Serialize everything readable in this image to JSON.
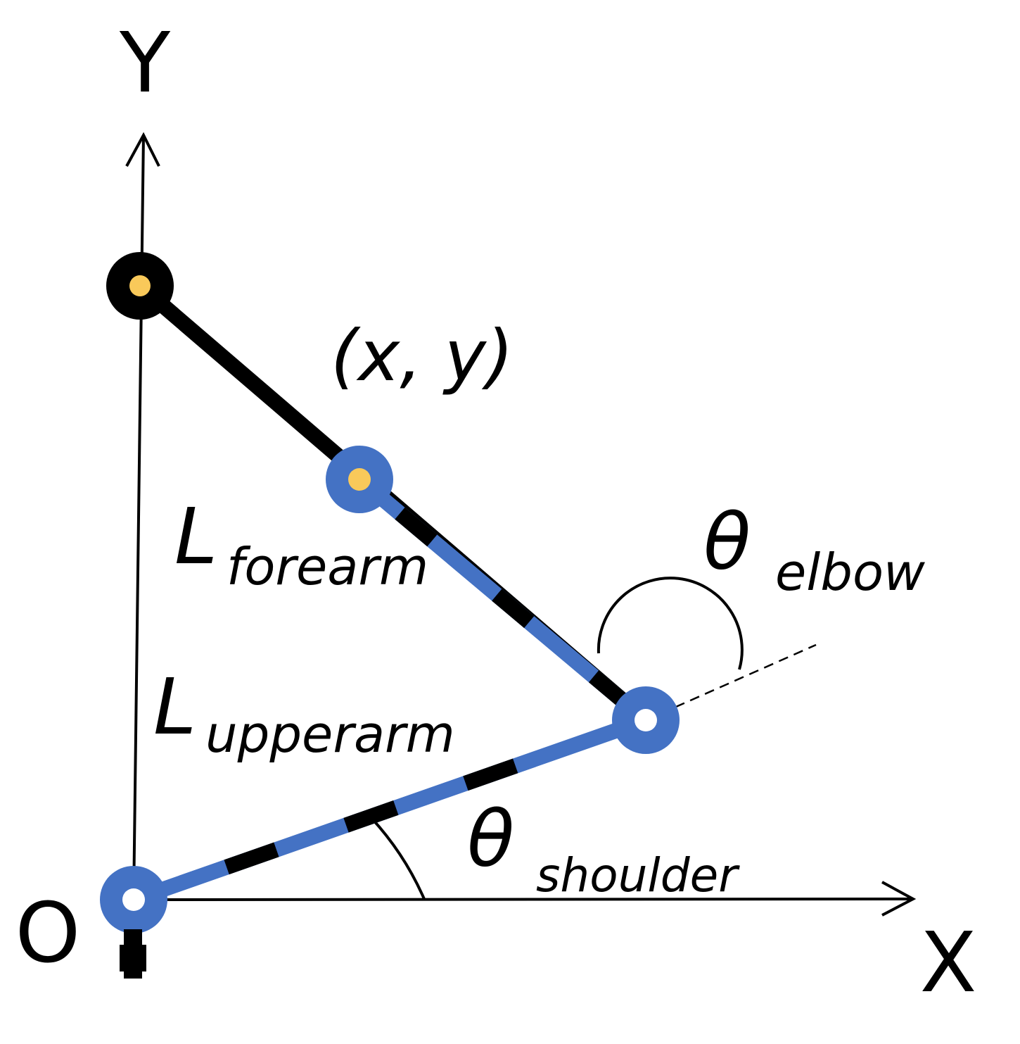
{
  "axes": {
    "y_label": "Y",
    "x_label": "X",
    "origin_label": "O"
  },
  "labels": {
    "point": "(x, y)",
    "forearm_main": "L",
    "forearm_sub": "forearm",
    "upperarm_main": "L",
    "upperarm_sub": "upperarm",
    "elbow_main": "θ",
    "elbow_sub": "elbow",
    "shoulder_main": "θ",
    "shoulder_sub": "shoulder"
  },
  "colors": {
    "arm_black": "#000000",
    "arm_blue": "#4472c4",
    "joint_yellow": "#f9c95a",
    "background": "#ffffff"
  }
}
